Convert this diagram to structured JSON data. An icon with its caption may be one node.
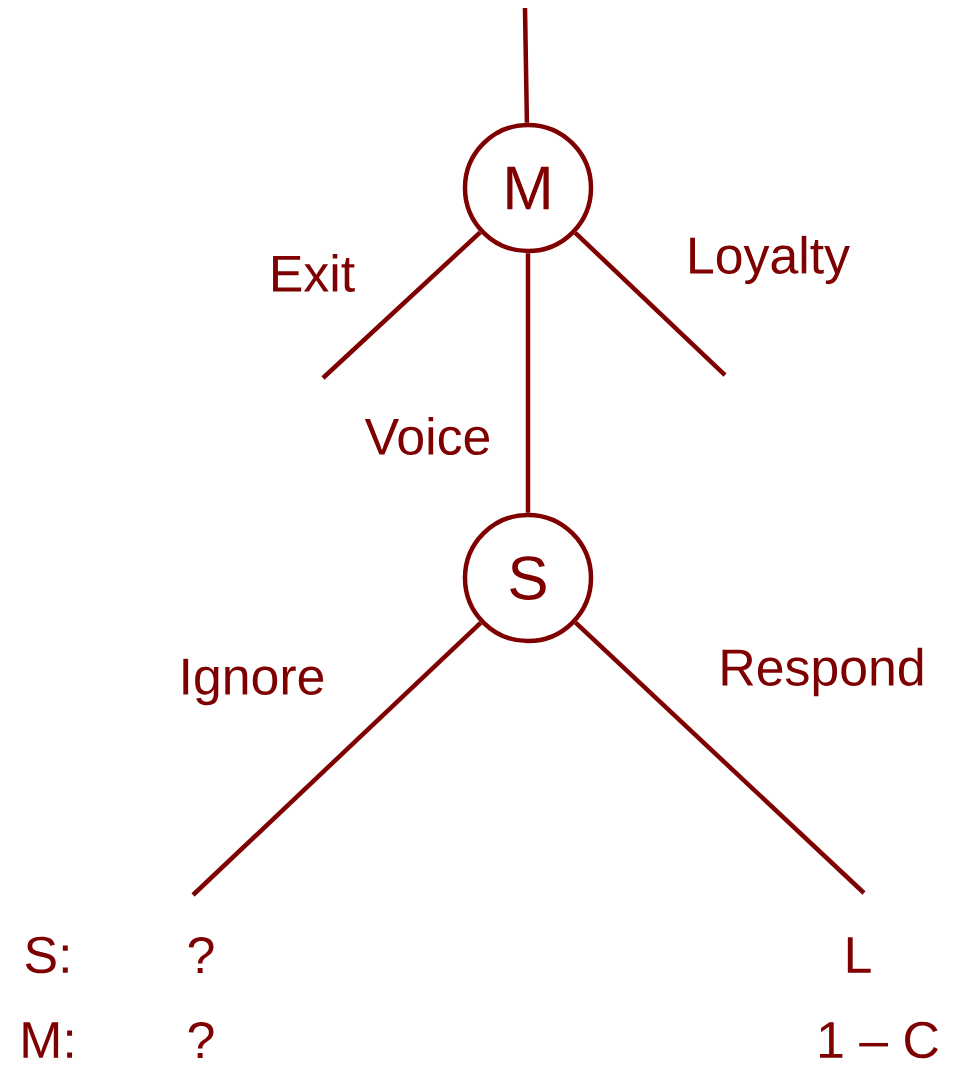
{
  "diagram": {
    "nodes": [
      {
        "text": [
          "M"
        ]
      },
      {
        "text": [
          "S"
        ]
      }
    ],
    "edges": [
      {
        "from": null,
        "to": 0,
        "arrow": "none"
      },
      {
        "from": 0,
        "to": null,
        "arrow": "none",
        "label": "Exit"
      },
      {
        "from": 0,
        "to": 1,
        "arrow": "none",
        "label": "Voice"
      },
      {
        "from": 0,
        "to": null,
        "arrow": "none",
        "label": "Loyalty"
      },
      {
        "from": 1,
        "to": null,
        "arrow": "none",
        "label": "Ignore"
      },
      {
        "from": 1,
        "to": null,
        "arrow": "none",
        "label": "Respond"
      }
    ],
    "labels": [
      "S:",
      "?",
      "L",
      "M:",
      "?",
      "1 – C"
    ]
  }
}
